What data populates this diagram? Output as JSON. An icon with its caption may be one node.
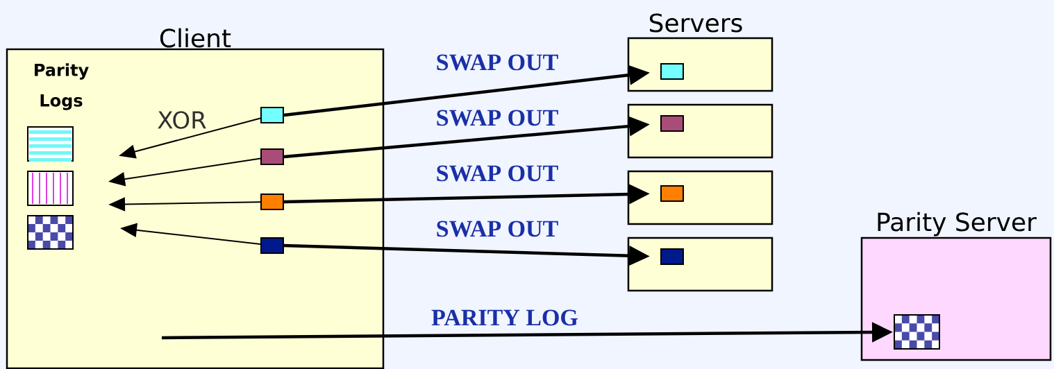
{
  "diagram": {
    "nodes": [
      {
        "text": [
          "Client"
        ]
      },
      {
        "text": [],
        "shape": "box",
        "in": 0
      },
      {
        "text": [],
        "shape": "box",
        "in": 0
      },
      {
        "text": [],
        "shape": "box",
        "in": 0
      },
      {
        "text": [],
        "shape": "box",
        "in": 0
      },
      {
        "text": [],
        "shape": "box",
        "in": 0
      },
      {
        "text": [],
        "shape": "box",
        "in": 0
      },
      {
        "text": [],
        "shape": "box",
        "in": 0
      },
      {
        "text": [],
        "shape": "box"
      },
      {
        "text": [],
        "shape": "box",
        "in": 8
      },
      {
        "text": [],
        "shape": "box"
      },
      {
        "text": [],
        "shape": "box",
        "in": 10
      },
      {
        "text": [],
        "shape": "box"
      },
      {
        "text": [],
        "shape": "box",
        "in": 12
      },
      {
        "text": [],
        "shape": "box"
      },
      {
        "text": [],
        "shape": "box",
        "in": 14
      },
      {
        "text": [
          "Parity Server"
        ]
      },
      {
        "text": [],
        "shape": "box",
        "in": 16
      }
    ],
    "edges": [
      {
        "from": 4,
        "to": null,
        "arrow": "to"
      },
      {
        "from": 5,
        "to": null,
        "arrow": "to"
      },
      {
        "from": 6,
        "to": null,
        "arrow": "to"
      },
      {
        "from": 7,
        "to": null,
        "arrow": "to"
      },
      {
        "from": 4,
        "to": 9,
        "arrow": "to",
        "label": "SWAP OUT"
      },
      {
        "from": 5,
        "to": 11,
        "arrow": "to",
        "label": "SWAP OUT"
      },
      {
        "from": 6,
        "to": 13,
        "arrow": "to",
        "label": "SWAP OUT"
      },
      {
        "from": 7,
        "to": 15,
        "arrow": "to",
        "label": "SWAP OUT"
      },
      {
        "from": null,
        "to": 17,
        "arrow": "to",
        "label": "PARITY LOG"
      }
    ],
    "labels": [
      "Servers",
      "Parity Logs",
      "XOR"
    ]
  }
}
